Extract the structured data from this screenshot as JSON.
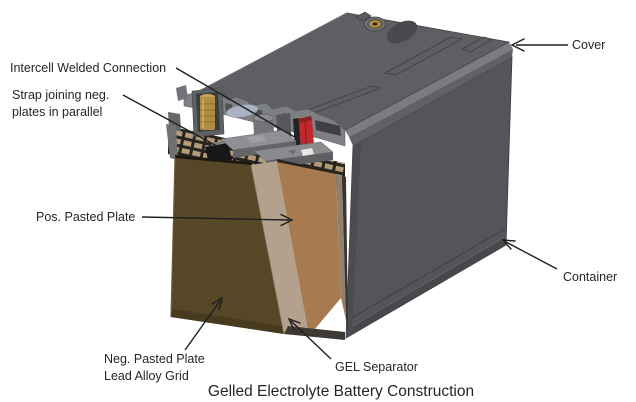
{
  "figure": {
    "title": "Gelled Electrolyte Battery Construction",
    "labels": {
      "intercell": "Intercell Welded Connection",
      "strap_line1": "Strap joining neg.",
      "strap_line2": "plates in parallel",
      "pos_plate": "Pos. Pasted Plate",
      "neg_plate_line1": "Neg. Pasted Plate",
      "neg_plate_line2": "Lead Alloy Grid",
      "gel_separator": "GEL Separator",
      "cover": "Cover",
      "container": "Container"
    },
    "colors": {
      "body_top": "#5E5F62",
      "body_side": "#545559",
      "body_lip_light": "#7B7C7F",
      "body_lip_dark": "#606164",
      "cut_face": "#7E7F82",
      "neg_plate": "#564727",
      "pos_plate": "#A87A4F",
      "separator": "#B3A18D",
      "plate_comb": "#B49B77",
      "strap": "#8F9093",
      "terminal_brass": "#B28C42",
      "lead_dome": "#A9B2C1",
      "weld_red": "#C1272D",
      "line": "#1F1F1F",
      "background": "#FFFFFF"
    }
  }
}
